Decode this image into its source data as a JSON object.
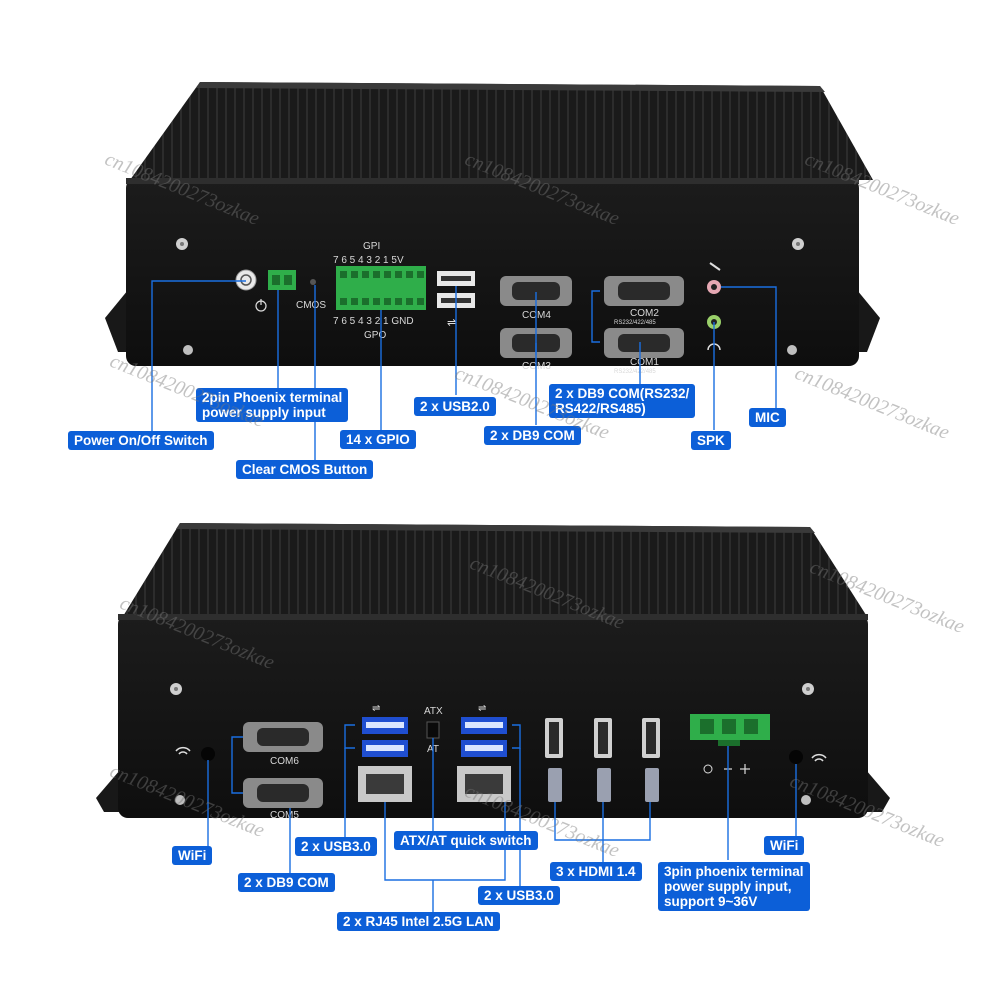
{
  "top_panel": {
    "port_text": {
      "gpi": "GPI",
      "gpi_pins": "7 6 5 4 3 2 1 5V",
      "gpo_pins": "7 6 5 4 3 2 1 GND",
      "gpo": "GPO",
      "cmos": "CMOS",
      "com4": "COM4",
      "com3": "COM3",
      "com2": "COM2",
      "com1": "COM1",
      "com2_sub": "RS232/422/485",
      "com1_sub": "RS232/422/485"
    },
    "labels": {
      "phoenix2": "2pin Phoenix terminal\npower supply input",
      "power_switch": "Power On/Off Switch",
      "cmos_button": "Clear CMOS Button",
      "gpio": "14 x GPIO",
      "usb2": "2 x USB2.0",
      "db9_com_top": "2 x DB9 COM",
      "db9_com_rs": "2 x DB9 COM(RS232/\nRS422/RS485)",
      "spk": "SPK",
      "mic": "MIC"
    }
  },
  "bottom_panel": {
    "port_text": {
      "atx": "ATX",
      "at": "AT",
      "com6": "COM6",
      "com5": "COM5"
    },
    "labels": {
      "wifi_left": "WiFi",
      "usb3_left": "2 x USB3.0",
      "atx_switch": "ATX/AT quick switch",
      "db9_com": "2 x DB9 COM",
      "usb3_right": "2 x USB3.0",
      "rj45": "2 x RJ45 Intel 2.5G LAN",
      "hdmi": "3 x HDMI 1.4",
      "wifi_right": "WiFi",
      "phoenix3": "3pin phoenix terminal\npower supply input,\nsupport 9~36V"
    }
  },
  "watermark": "cn1084200273ozkae",
  "colors": {
    "label_bg": "#0c5fd8",
    "leader": "#1a6ee0",
    "chassis": "#161616",
    "terminal_green": "#2fae4a"
  }
}
